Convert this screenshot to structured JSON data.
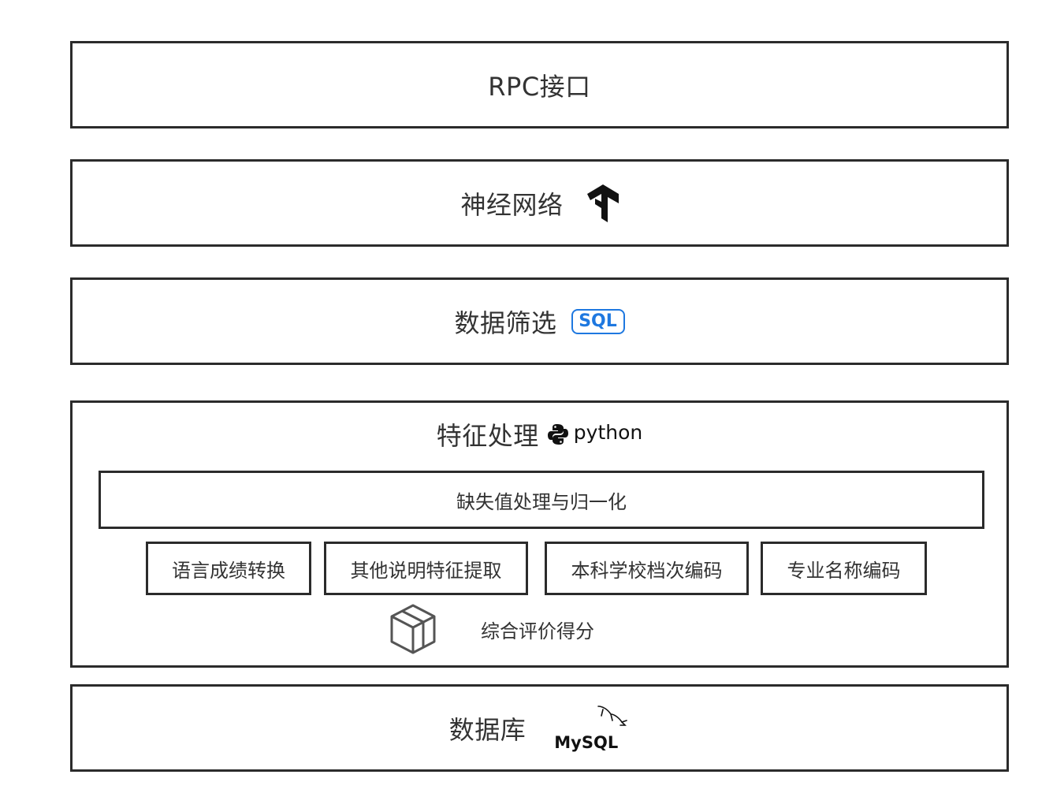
{
  "layers": {
    "rpc": {
      "title": "RPC接口"
    },
    "neural": {
      "title": "神经网络",
      "icon": "tensorflow-icon"
    },
    "filter": {
      "title": "数据筛选",
      "badge": "SQL",
      "badge_color": "#1e78e0"
    },
    "feature": {
      "title": "特征处理",
      "logo_text": "python",
      "missing_box": "缺失值处理与归一化",
      "sub_boxes": [
        "语言成绩转换",
        "其他说明特征提取",
        "本科学校档次编码",
        "专业名称编码"
      ],
      "score_label": "综合评价得分",
      "score_icon": "cube-icon"
    },
    "database": {
      "title": "数据库",
      "logo_text": "MySQL",
      "logo_icon": "dolphin-icon"
    }
  }
}
